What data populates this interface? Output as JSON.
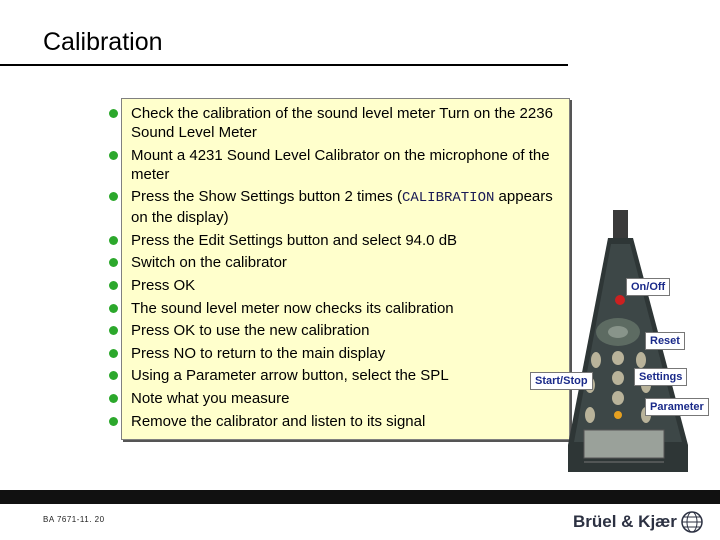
{
  "slide": {
    "title": "Calibration",
    "footer_id": "BA 7671-11. 20",
    "logo": "Brüel & Kjær"
  },
  "bullets": [
    {
      "text": "Check the calibration of the sound level meter Turn on the 2236 Sound Level Meter"
    },
    {
      "text": "Mount a 4231 Sound Level Calibrator on the microphone of the meter"
    },
    {
      "pre": "Press the Show Settings button 2 times (",
      "code": "CALIBRATION",
      "post": " appears on the display)"
    },
    {
      "text": "Press the Edit Settings button and select 94.0 dB"
    },
    {
      "text": "Switch on the calibrator"
    },
    {
      "text": "Press OK"
    },
    {
      "text": "The sound level meter now checks its calibration"
    },
    {
      "text": "Press OK to use the new calibration"
    },
    {
      "text": "Press NO to return to the main display"
    },
    {
      "text": "Using a Parameter arrow button, select the SPL"
    },
    {
      "text": "Note what you measure"
    },
    {
      "text": "Remove the calibrator and listen to its signal"
    }
  ],
  "device_labels": {
    "on_off": "On/Off",
    "reset": "Reset",
    "start_stop": "Start/Stop",
    "settings": "Settings",
    "parameter": "Parameter"
  },
  "colors": {
    "bullet": "#2ca82c",
    "panel": "#ffffcc",
    "label_text": "#1a2a8a"
  }
}
